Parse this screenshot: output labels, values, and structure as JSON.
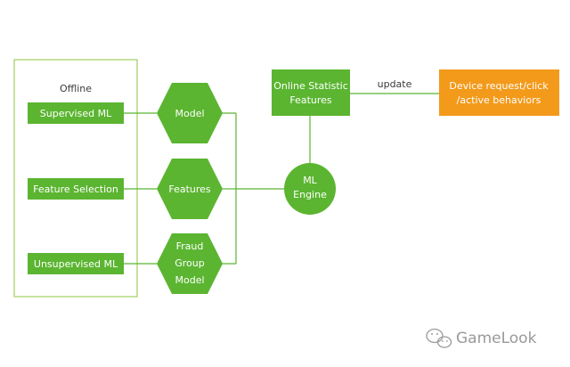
{
  "colors": {
    "green": "#5bb531",
    "orange": "#f39a1b",
    "panel_border": "#8cc63f",
    "line": "#5bb531",
    "text_dark": "#3a3a3a"
  },
  "offline": {
    "title": "Offline",
    "items": [
      {
        "label": "Supervised ML"
      },
      {
        "label": "Feature Selection"
      },
      {
        "label": "Unsupervised ML"
      }
    ]
  },
  "hexagons": [
    {
      "lines": [
        "Model"
      ]
    },
    {
      "lines": [
        "Features"
      ]
    },
    {
      "lines": [
        "Fraud",
        "Group",
        "Model"
      ]
    }
  ],
  "engine": {
    "lines": [
      "ML",
      "Engine"
    ]
  },
  "online_stats": {
    "lines": [
      "Online Statistic",
      "Features"
    ]
  },
  "update_label": "update",
  "device_box": {
    "lines": [
      "Device request/click",
      "/active behaviors"
    ]
  },
  "watermark": {
    "text": "GameLook",
    "icon": "wechat-icon"
  }
}
